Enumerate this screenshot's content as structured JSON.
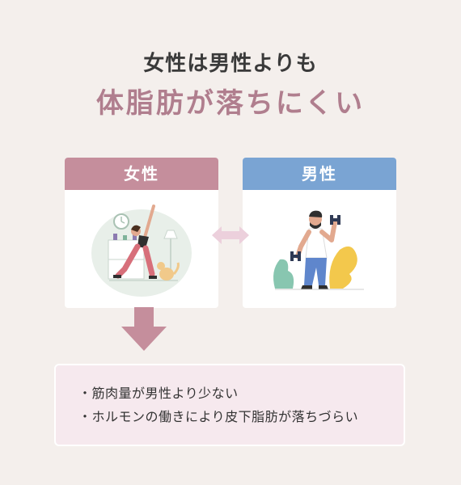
{
  "heading": {
    "line1": "女性は男性よりも",
    "line2": "体脂肪が落ちにくい"
  },
  "cards": {
    "female": {
      "label": "女性"
    },
    "male": {
      "label": "男性"
    }
  },
  "reasons": [
    "・筋肉量が男性より少ない",
    "・ホルモンの働きにより皮下脂肪が落ちづらい"
  ],
  "colors": {
    "background": "#f4efec",
    "accent_pink": "#b07e8e",
    "female_header": "#c58e9c",
    "male_header": "#7aa4d3",
    "reason_box": "#f6e9ee"
  }
}
